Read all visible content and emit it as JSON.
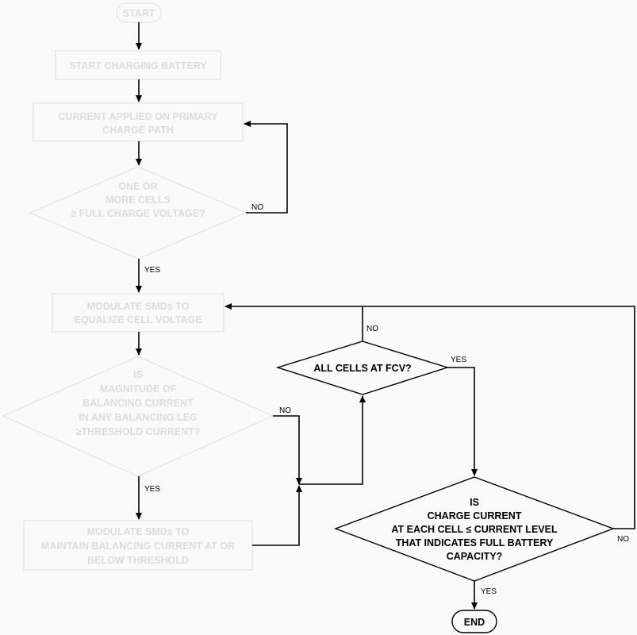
{
  "nodes": {
    "start": [
      "START"
    ],
    "start_charging": [
      "START CHARGING BATTERY"
    ],
    "current_applied": [
      "CURRENT APPLIED ON PRIMARY",
      "CHARGE PATH"
    ],
    "one_or_more_cells": [
      "ONE OR",
      "MORE CELLS",
      "≥ FULL CHARGE VOLTAGE?"
    ],
    "modulate_equalize": [
      "MODULATE SMDs TO",
      "EQUALIZE CELL VOLTAGE"
    ],
    "is_magnitude": [
      "IS",
      "MAGNITUDE OF",
      "BALANCING CURRENT",
      "IN ANY BALANCING LEG",
      "≥THRESHOLD CURRENT?"
    ],
    "modulate_maintain": [
      "MODULATE SMDs TO",
      "MAINTAIN BALANCING CURRENT AT OR",
      "BELOW THRESHOLD"
    ],
    "all_cells_fcv": [
      "ALL CELLS AT FCV?"
    ],
    "is_charge_current": [
      "IS",
      "CHARGE CURRENT",
      "AT EACH CELL ≤  CURRENT LEVEL",
      "THAT INDICATES FULL BATTERY",
      "CAPACITY?"
    ],
    "end": [
      "END"
    ]
  },
  "edge_labels": {
    "no_full_charge": "NO",
    "yes_full_charge": "YES",
    "no_fcv": "NO",
    "yes_fcv": "YES",
    "no_threshold": "NO",
    "yes_threshold": "YES",
    "no_charge_current": "NO",
    "yes_charge_current": "YES"
  }
}
